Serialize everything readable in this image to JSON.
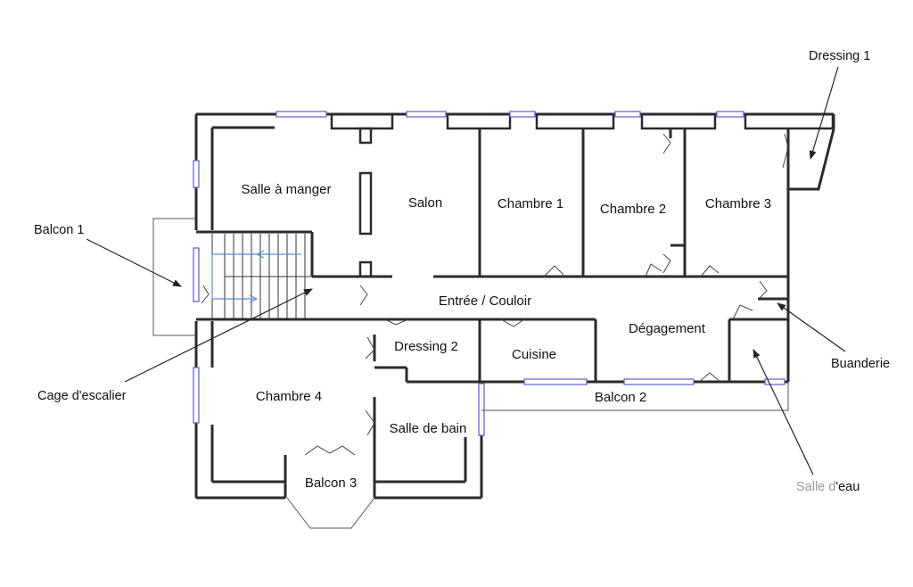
{
  "rooms": {
    "salle_a_manger": "Salle à manger",
    "salon": "Salon",
    "chambre_1": "Chambre 1",
    "chambre_2": "Chambre 2",
    "chambre_3": "Chambre 3",
    "entree_couloir": "Entrée / Couloir",
    "degagement": "Dégagement",
    "dressing_2": "Dressing 2",
    "cuisine": "Cuisine",
    "chambre_4": "Chambre 4",
    "salle_de_bain": "Salle de bain",
    "balcon_2": "Balcon 2",
    "balcon_3": "Balcon 3"
  },
  "callouts": {
    "dressing_1": "Dressing 1",
    "balcon_1": "Balcon 1",
    "cage_escalier": "Cage d'escalier",
    "buanderie": "Buanderie",
    "salle_deau_faint": "Salle d",
    "salle_deau_rest": "'eau"
  }
}
